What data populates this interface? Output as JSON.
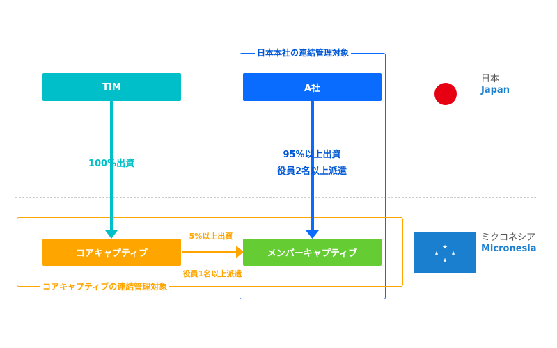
{
  "colors": {
    "teal": "#00bfc8",
    "blue": "#0a6cff",
    "orange": "#ffa500",
    "green": "#66cc33",
    "label_text_blue": "#0058d6",
    "japan_red": "#e60012",
    "micronesia_blue": "#1a7fce"
  },
  "groups": {
    "japan_hq": {
      "label": "日本本社の連結管理対象"
    },
    "core_captive": {
      "label": "コアキャプティブの連結管理対象"
    }
  },
  "nodes": {
    "tim": {
      "label": "TIM"
    },
    "a_company": {
      "label": "A社"
    },
    "core_captive": {
      "label": "コアキャプティブ"
    },
    "member_captive": {
      "label": "メンバーキャプティブ"
    }
  },
  "edges": {
    "tim_to_core": {
      "label": "100%出資"
    },
    "a_to_member": {
      "line1": "95%以上出資",
      "line2": "役員2名以上派遣"
    },
    "core_to_member": {
      "top": "5%以上出資",
      "bottom": "役員1名以上派遣"
    }
  },
  "regions": {
    "japan": {
      "name_ja": "日本",
      "name_en": "Japan",
      "flag_icon": "japan-flag-icon"
    },
    "micronesia": {
      "name_ja": "ミクロネシア",
      "name_en": "Micronesia",
      "flag_icon": "micronesia-flag-icon"
    }
  }
}
